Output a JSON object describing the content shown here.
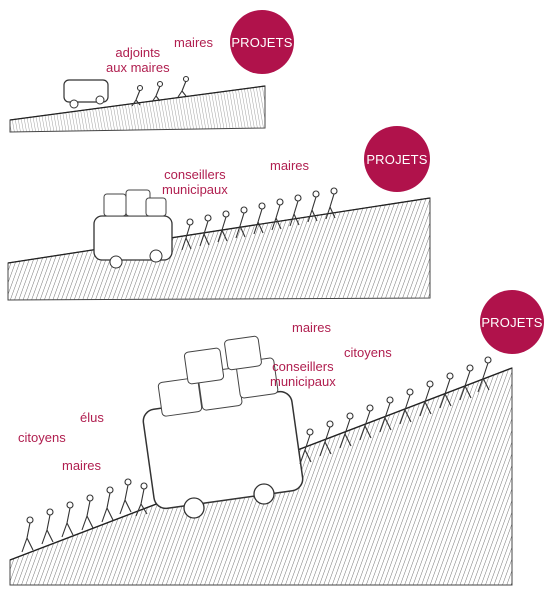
{
  "colors": {
    "accent": "#b0124b",
    "label": "#b01e4f",
    "ink": "#333333"
  },
  "panels": [
    {
      "labels": {
        "l1": "maires",
        "l2": "adjoints\naux maires"
      },
      "badge": "PROJETS"
    },
    {
      "labels": {
        "l1": "conseillers\nmunicipaux",
        "l2": "maires"
      },
      "badge": "PROJETS"
    },
    {
      "labels": {
        "l1": "maires",
        "l2": "citoyens",
        "l3": "conseillers\nmunicipaux",
        "l4": "élus",
        "l5": "citoyens",
        "l6": "maires"
      },
      "badge": "PROJETS"
    }
  ]
}
